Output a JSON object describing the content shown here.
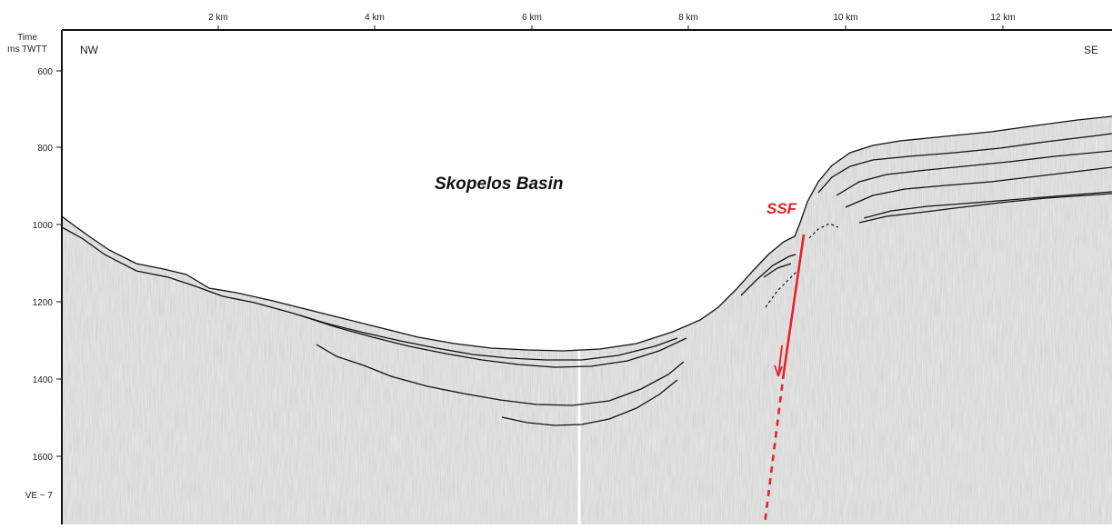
{
  "figure": {
    "directions": {
      "left": "NW",
      "right": "SE"
    },
    "time_axis": {
      "title_line1": "Time",
      "title_line2": "ms TWTT",
      "ticks": [
        "600",
        "800",
        "1000",
        "1200",
        "1400",
        "1600"
      ],
      "ve_note": "VE ~ 7"
    },
    "distance_axis": {
      "ticks": [
        "2 km",
        "4 km",
        "6 km",
        "8 km",
        "10 km",
        "12 km"
      ]
    },
    "labels": {
      "basin": "Skopelos Basin",
      "fault": "SSF"
    },
    "colors": {
      "fault": "#e8202a",
      "seismic_background": "#d4d4d4",
      "water_column": "#ffffff",
      "horizon": "#111111"
    }
  }
}
